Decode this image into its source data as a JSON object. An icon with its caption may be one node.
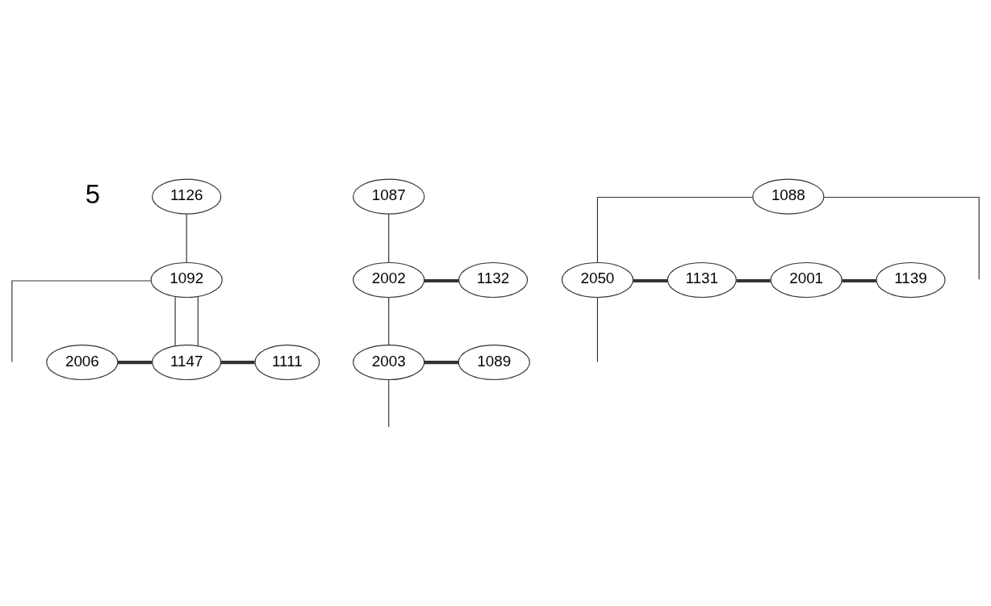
{
  "diagram": {
    "nodes": [
      {
        "text": [
          "1126"
        ]
      },
      {
        "text": [
          "1087"
        ]
      },
      {
        "text": [
          "1088"
        ]
      },
      {
        "text": [
          "1092"
        ]
      },
      {
        "text": [
          "2002"
        ]
      },
      {
        "text": [
          "1132"
        ]
      },
      {
        "text": [
          "2050"
        ]
      },
      {
        "text": [
          "1131"
        ]
      },
      {
        "text": [
          "2001"
        ]
      },
      {
        "text": [
          "1139"
        ]
      },
      {
        "text": [
          "2006"
        ]
      },
      {
        "text": [
          "1147"
        ]
      },
      {
        "text": [
          "1111"
        ]
      },
      {
        "text": [
          "2003"
        ]
      },
      {
        "text": [
          "1089"
        ]
      }
    ],
    "edges": [
      {
        "from": 0,
        "to": 3,
        "arrow": "none"
      },
      {
        "from": 1,
        "to": 4,
        "arrow": "none"
      },
      {
        "from": 4,
        "to": 5,
        "arrow": "none",
        "style": "thick"
      },
      {
        "from": 2,
        "to": 6,
        "arrow": "none"
      },
      {
        "from": 6,
        "to": 7,
        "arrow": "none",
        "style": "thick"
      },
      {
        "from": 7,
        "to": 8,
        "arrow": "none",
        "style": "thick"
      },
      {
        "from": 8,
        "to": 9,
        "arrow": "none",
        "style": "thick"
      },
      {
        "from": 2,
        "to": null,
        "arrow": "none"
      },
      {
        "from": 3,
        "to": 11,
        "arrow": "none"
      },
      {
        "from": 3,
        "to": 11,
        "arrow": "none"
      },
      {
        "from": 3,
        "to": null,
        "arrow": "none"
      },
      {
        "from": 10,
        "to": 11,
        "arrow": "none",
        "style": "thick"
      },
      {
        "from": 11,
        "to": 12,
        "arrow": "none",
        "style": "thick"
      },
      {
        "from": 4,
        "to": 13,
        "arrow": "none"
      },
      {
        "from": 13,
        "to": 14,
        "arrow": "none",
        "style": "thick"
      },
      {
        "from": 13,
        "to": null,
        "arrow": "none"
      },
      {
        "from": 6,
        "to": null,
        "arrow": "none"
      }
    ],
    "labels": [
      "5"
    ]
  }
}
